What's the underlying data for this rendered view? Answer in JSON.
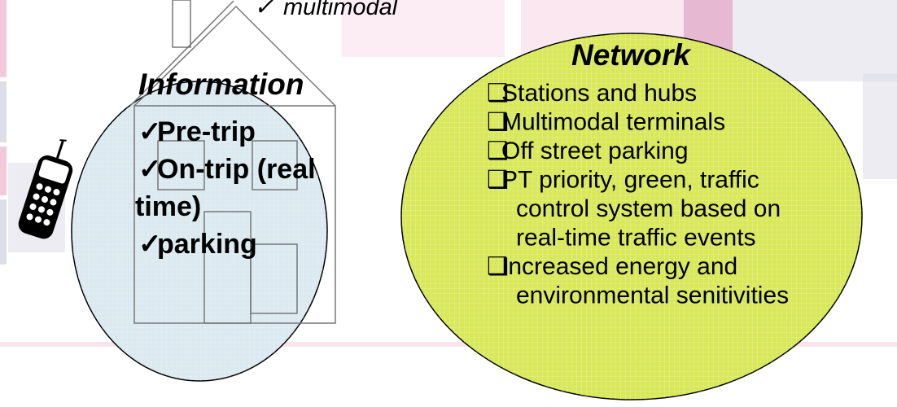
{
  "colors": {
    "background": "#ffffff",
    "band_pink": "#f5c9dc",
    "band_gray": "#dddde8",
    "band_magenta": "#b9357a",
    "info_circle_fill": "#dbe9f0",
    "network_circle_fill": "#d8e85a",
    "outline": "#000000",
    "house_line": "#777777"
  },
  "icons": {
    "phone": "mobile-phone-icon",
    "check": "checkmark",
    "box": "hollow-square-bullet"
  },
  "markers": {
    "check": "✓",
    "box": "❑"
  },
  "top_label": "multimodal",
  "information": {
    "title": "Information",
    "items": [
      [
        "Pre-trip"
      ],
      [
        "On-trip (real",
        "time)"
      ],
      [
        "parking"
      ]
    ]
  },
  "network": {
    "title": "Network",
    "items": [
      [
        "Stations and hubs"
      ],
      [
        "Multimodal terminals"
      ],
      [
        "Off street parking"
      ],
      [
        "PT priority, green, traffic",
        "control system based on",
        "real-time traffic events"
      ],
      [
        "Increased energy and",
        "environmental senitivities"
      ]
    ]
  }
}
